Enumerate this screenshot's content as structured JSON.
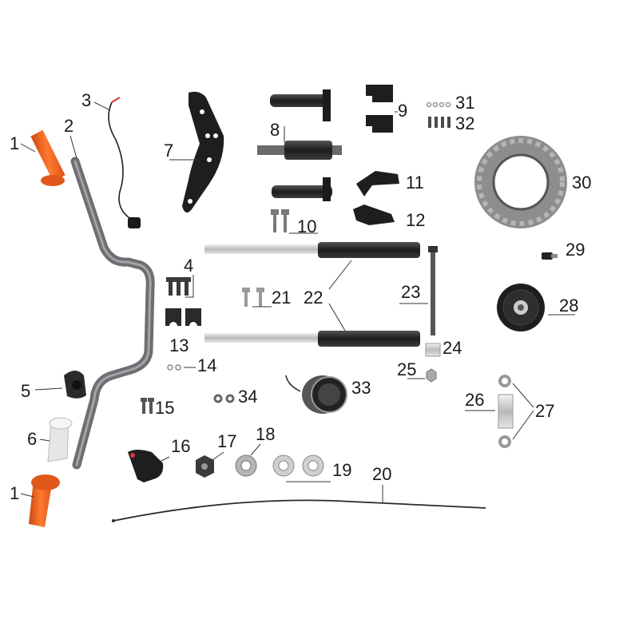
{
  "callouts": {
    "n1a": "1",
    "n1b": "1",
    "n2": "2",
    "n3": "3",
    "n4": "4",
    "n5": "5",
    "n6": "6",
    "n7": "7",
    "n8": "8",
    "n9": "9",
    "n10": "10",
    "n11": "11",
    "n12": "12",
    "n13": "13",
    "n14": "14",
    "n15": "15",
    "n16": "16",
    "n17": "17",
    "n18": "18",
    "n19": "19",
    "n20": "20",
    "n21": "21",
    "n22": "22",
    "n23": "23",
    "n24": "24",
    "n25": "25",
    "n26": "26",
    "n27": "27",
    "n28": "28",
    "n29": "29",
    "n30": "30",
    "n31": "31",
    "n32": "32",
    "n33": "33",
    "n34": "34"
  },
  "colors": {
    "grip": "#f0641e",
    "metal_dark": "#2a2a2a",
    "chrome": "#c8c8c8",
    "handlebar": "#6e6e72",
    "throttle_sleeve": "#e6e6e6"
  }
}
